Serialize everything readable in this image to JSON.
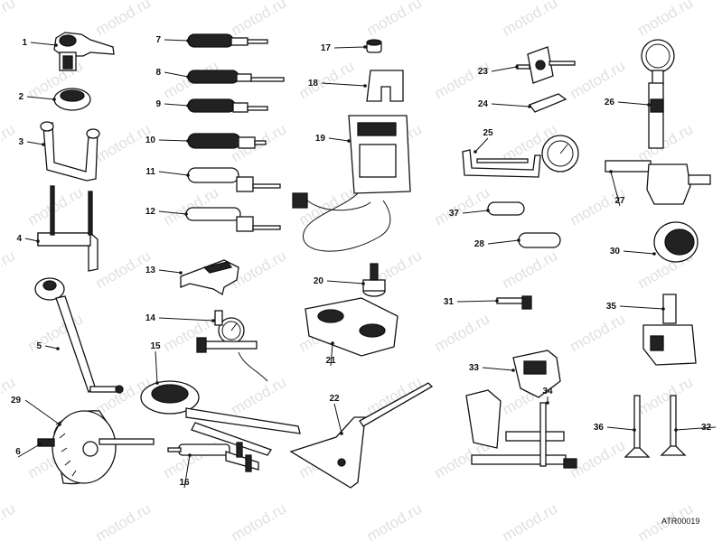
{
  "watermark": "motod.ru",
  "drawing_code": "ATR00019",
  "callouts": [
    "1",
    "2",
    "3",
    "4",
    "5",
    "6",
    "7",
    "8",
    "9",
    "10",
    "11",
    "12",
    "13",
    "14",
    "15",
    "16",
    "17",
    "18",
    "19",
    "20",
    "21",
    "22",
    "23",
    "24",
    "25",
    "26",
    "27",
    "28",
    "29",
    "30",
    "31",
    "32",
    "33",
    "34",
    "35",
    "36",
    "37"
  ],
  "colors": {
    "ink": "#111111",
    "paper": "#ffffff",
    "watermark": "#c8c8c8"
  }
}
